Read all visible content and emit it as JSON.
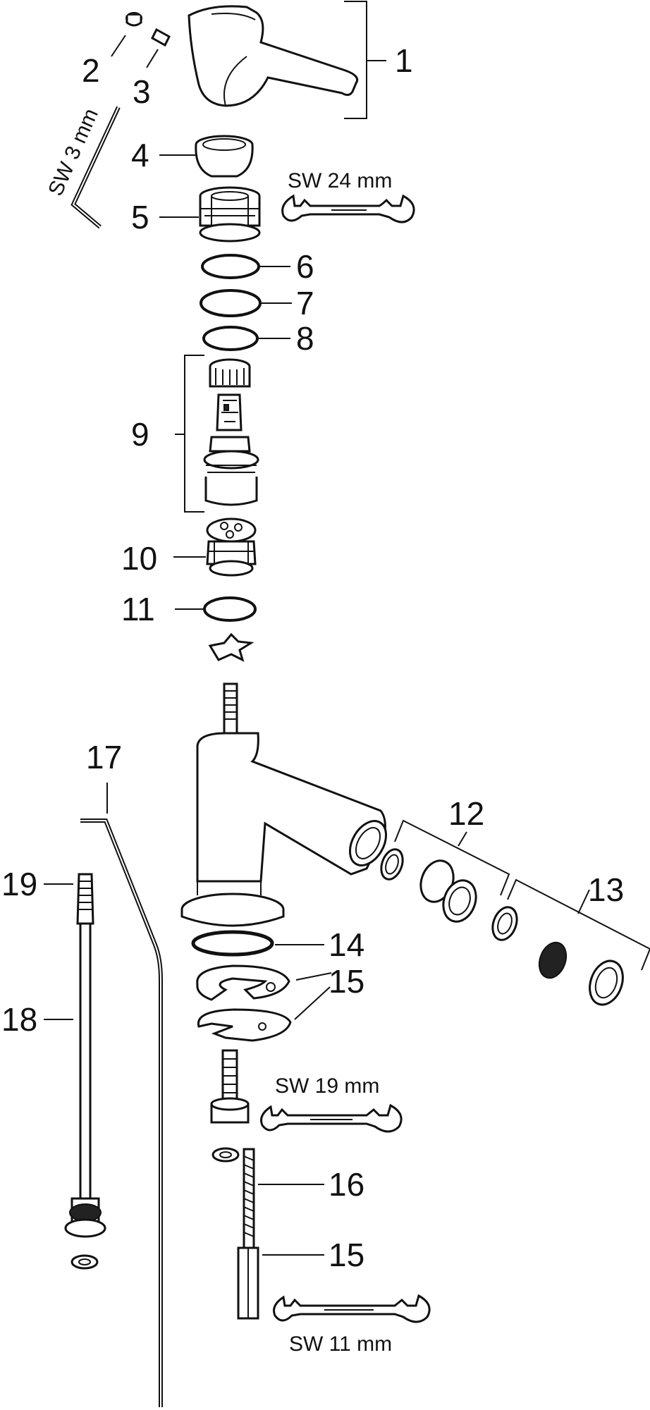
{
  "labels": {
    "p1": "1",
    "p2": "2",
    "p3": "3",
    "p4": "4",
    "p5": "5",
    "p6": "6",
    "p7": "7",
    "p8": "8",
    "p9": "9",
    "p10": "10",
    "p11": "11",
    "p12": "12",
    "p13": "13",
    "p14": "14",
    "p15a": "15",
    "p15b": "15",
    "p16": "16",
    "p15c": "15",
    "p17": "17",
    "p18": "18",
    "p19": "19"
  },
  "wrench_sizes": {
    "hex_key": "SW 3 mm",
    "cartridge_nut": "SW 24 mm",
    "body_nut": "SW 19 mm",
    "threaded_rod": "SW 11 mm"
  }
}
